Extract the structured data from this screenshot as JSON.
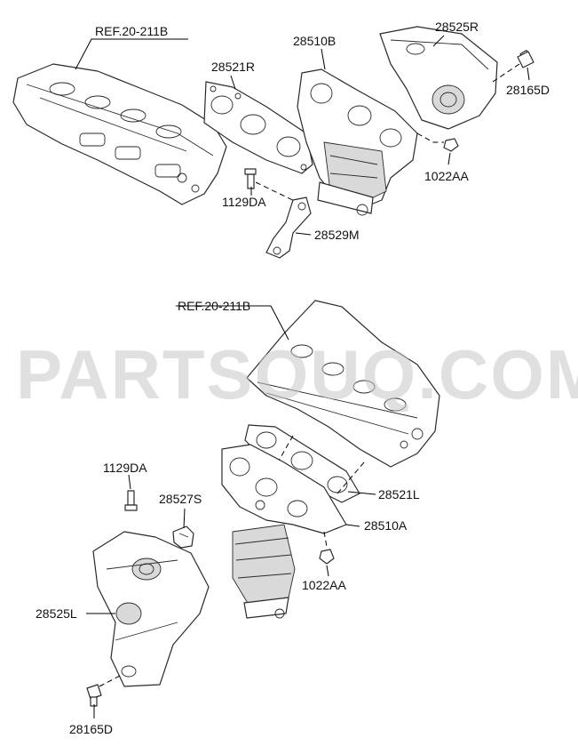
{
  "watermark": "PARTSOUQ.COM",
  "labels": {
    "ref_top": "REF.20-211B",
    "p28510B": "28510B",
    "p28525R": "28525R",
    "p28521R": "28521R",
    "p28165D_top": "28165D",
    "p1022AA_top": "1022AA",
    "p1129DA_top": "1129DA",
    "p28529M": "28529M",
    "ref_bottom": "REF.20-211B",
    "p1129DA_bottom": "1129DA",
    "p28527S": "28527S",
    "p28521L": "28521L",
    "p28510A": "28510A",
    "p1022AA_bottom": "1022AA",
    "p28525L": "28525L",
    "p28165D_bottom": "28165D"
  }
}
